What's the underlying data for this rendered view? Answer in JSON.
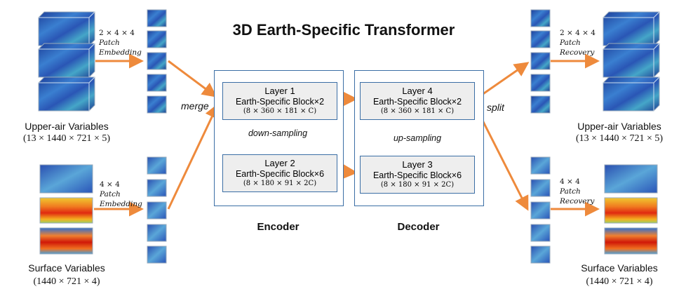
{
  "title": "3D Earth-Specific Transformer",
  "colors": {
    "arrow": "#ee8a3c",
    "box_border": "#3b6ea5",
    "layer_fill": "#eeeeee",
    "upper_air_field": "#2d55b0",
    "surface_hot": "#e02a10",
    "surface_warm": "#f4c020"
  },
  "input": {
    "upper_air": {
      "name": "Upper-air Variables",
      "dims": "(13 × 1440 × 721 × 5)",
      "patch_size": "2 × 4 × 4",
      "patch_label": [
        "Patch",
        "Embedding"
      ]
    },
    "surface": {
      "name": "Surface Variables",
      "dims": "(1440 × 721 × 4)",
      "patch_size": "4 × 4",
      "patch_label": [
        "Patch",
        "Embedding"
      ]
    }
  },
  "output": {
    "upper_air": {
      "name": "Upper-air Variables",
      "dims": "(13 × 1440 × 721 × 5)",
      "patch_size": "2 × 4 × 4",
      "patch_label": [
        "Patch",
        "Recovery"
      ]
    },
    "surface": {
      "name": "Surface Variables",
      "dims": "(1440 × 721 × 4)",
      "patch_size": "4 × 4",
      "patch_label": [
        "Patch",
        "Recovery"
      ]
    }
  },
  "merge_label": "merge",
  "split_label": "split",
  "encoder": {
    "label": "Encoder",
    "sampling": "down-sampling",
    "layers": [
      {
        "name": "Layer 1",
        "block": "Earth-Specific Block×2",
        "dims": "(8 × 360 × 181 × C)"
      },
      {
        "name": "Layer 2",
        "block": "Earth-Specific Block×6",
        "dims": "(8 × 180 × 91 × 2C)"
      }
    ]
  },
  "decoder": {
    "label": "Decoder",
    "sampling": "up-sampling",
    "layers": [
      {
        "name": "Layer 4",
        "block": "Earth-Specific Block×2",
        "dims": "(8 × 360 × 181 × C)"
      },
      {
        "name": "Layer 3",
        "block": "Earth-Specific Block×6",
        "dims": "(8 × 180 × 91 × 2C)"
      }
    ]
  }
}
